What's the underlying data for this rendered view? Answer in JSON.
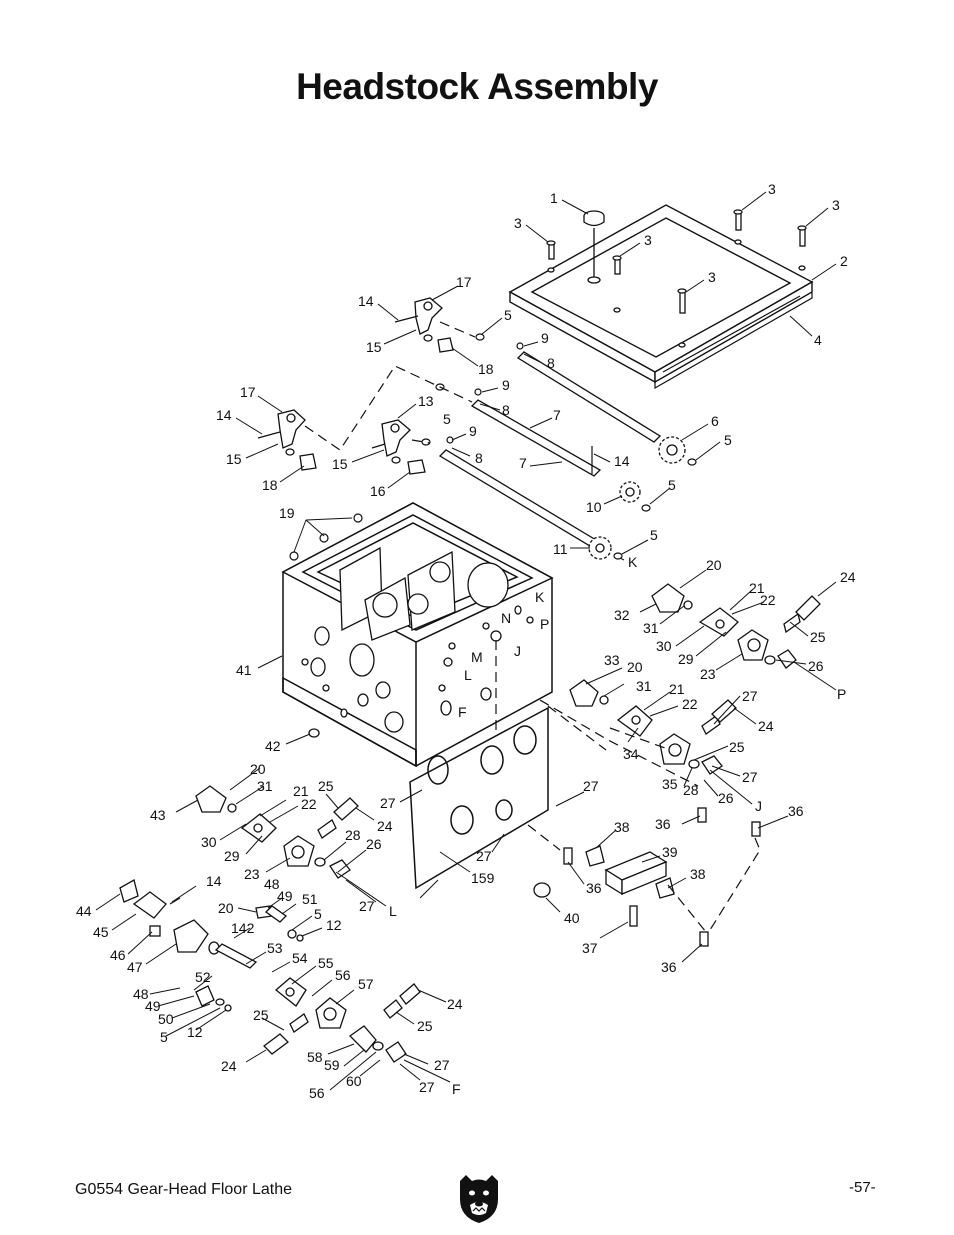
{
  "title": "Headstock Assembly",
  "footer": {
    "model": "G0554 Gear-Head Floor Lathe",
    "page": "-57-"
  },
  "logo_icon": "bear-head-icon",
  "callouts": [
    {
      "id": "c1",
      "text": "1"
    },
    {
      "id": "c2",
      "text": "3"
    },
    {
      "id": "c3",
      "text": "3"
    },
    {
      "id": "c4",
      "text": "3"
    },
    {
      "id": "c5",
      "text": "3"
    },
    {
      "id": "c6",
      "text": "3"
    },
    {
      "id": "c7",
      "text": "2"
    },
    {
      "id": "c8",
      "text": "4"
    },
    {
      "id": "c9",
      "text": "17"
    },
    {
      "id": "c10",
      "text": "14"
    },
    {
      "id": "c11",
      "text": "5"
    },
    {
      "id": "c12",
      "text": "15"
    },
    {
      "id": "c13",
      "text": "9"
    },
    {
      "id": "c14",
      "text": "18"
    },
    {
      "id": "c15",
      "text": "8"
    },
    {
      "id": "c16",
      "text": "9"
    },
    {
      "id": "c17",
      "text": "17"
    },
    {
      "id": "c18",
      "text": "13"
    },
    {
      "id": "c19",
      "text": "8"
    },
    {
      "id": "c20",
      "text": "14"
    },
    {
      "id": "c21",
      "text": "5"
    },
    {
      "id": "c22",
      "text": "7"
    },
    {
      "id": "c23",
      "text": "9"
    },
    {
      "id": "c24",
      "text": "6"
    },
    {
      "id": "c25",
      "text": "15"
    },
    {
      "id": "c26",
      "text": "15"
    },
    {
      "id": "c27",
      "text": "8"
    },
    {
      "id": "c28",
      "text": "5"
    },
    {
      "id": "c29",
      "text": "7"
    },
    {
      "id": "c30",
      "text": "14"
    },
    {
      "id": "c31",
      "text": "18"
    },
    {
      "id": "c32",
      "text": "16"
    },
    {
      "id": "c33",
      "text": "5"
    },
    {
      "id": "c34",
      "text": "10"
    },
    {
      "id": "c35",
      "text": "19"
    },
    {
      "id": "c36",
      "text": "5"
    },
    {
      "id": "c37",
      "text": "11"
    },
    {
      "id": "c38",
      "text": "K"
    },
    {
      "id": "c39",
      "text": "20"
    },
    {
      "id": "c40",
      "text": "24"
    },
    {
      "id": "c41",
      "text": "K"
    },
    {
      "id": "c42",
      "text": "21"
    },
    {
      "id": "c43",
      "text": "22"
    },
    {
      "id": "c44",
      "text": "N"
    },
    {
      "id": "c45",
      "text": "P"
    },
    {
      "id": "c46",
      "text": "32"
    },
    {
      "id": "c47",
      "text": "31"
    },
    {
      "id": "c48",
      "text": "25"
    },
    {
      "id": "c49",
      "text": "J"
    },
    {
      "id": "c50",
      "text": "30"
    },
    {
      "id": "c51",
      "text": "M"
    },
    {
      "id": "c52",
      "text": "29"
    },
    {
      "id": "c53",
      "text": "26"
    },
    {
      "id": "c54",
      "text": "41"
    },
    {
      "id": "c55",
      "text": "23"
    },
    {
      "id": "c56",
      "text": "L"
    },
    {
      "id": "c57",
      "text": "33"
    },
    {
      "id": "c58",
      "text": "20"
    },
    {
      "id": "c59",
      "text": "P"
    },
    {
      "id": "c60",
      "text": "31"
    },
    {
      "id": "c61",
      "text": "21"
    },
    {
      "id": "c62",
      "text": "27"
    },
    {
      "id": "c63",
      "text": "F"
    },
    {
      "id": "c64",
      "text": "22"
    },
    {
      "id": "c65",
      "text": "24"
    },
    {
      "id": "c66",
      "text": "42"
    },
    {
      "id": "c67",
      "text": "34"
    },
    {
      "id": "c68",
      "text": "25"
    },
    {
      "id": "c69",
      "text": "20"
    },
    {
      "id": "c70",
      "text": "31"
    },
    {
      "id": "c71",
      "text": "35"
    },
    {
      "id": "c72",
      "text": "27"
    },
    {
      "id": "c73",
      "text": "21"
    },
    {
      "id": "c74",
      "text": "25"
    },
    {
      "id": "c75",
      "text": "27"
    },
    {
      "id": "c76",
      "text": "28"
    },
    {
      "id": "c77",
      "text": "26"
    },
    {
      "id": "c78",
      "text": "43"
    },
    {
      "id": "c79",
      "text": "22"
    },
    {
      "id": "c80",
      "text": "J"
    },
    {
      "id": "c81",
      "text": "36"
    },
    {
      "id": "c82",
      "text": "36"
    },
    {
      "id": "c83",
      "text": "24"
    },
    {
      "id": "c84",
      "text": "30"
    },
    {
      "id": "c85",
      "text": "28"
    },
    {
      "id": "c86",
      "text": "38"
    },
    {
      "id": "c87",
      "text": "26"
    },
    {
      "id": "c88",
      "text": "29"
    },
    {
      "id": "c89",
      "text": "39"
    },
    {
      "id": "c90",
      "text": "27"
    },
    {
      "id": "c91",
      "text": "23"
    },
    {
      "id": "c92",
      "text": "48"
    },
    {
      "id": "c93",
      "text": "159"
    },
    {
      "id": "c94",
      "text": "36"
    },
    {
      "id": "c95",
      "text": "38"
    },
    {
      "id": "c96",
      "text": "14"
    },
    {
      "id": "c97",
      "text": "49"
    },
    {
      "id": "c98",
      "text": "51"
    },
    {
      "id": "c99",
      "text": "27"
    },
    {
      "id": "c100",
      "text": "L"
    },
    {
      "id": "c101",
      "text": "27"
    },
    {
      "id": "c102",
      "text": "44"
    },
    {
      "id": "c103",
      "text": "20"
    },
    {
      "id": "c104",
      "text": "5"
    },
    {
      "id": "c105",
      "text": "40"
    },
    {
      "id": "c106",
      "text": "142"
    },
    {
      "id": "c107",
      "text": "12"
    },
    {
      "id": "c108",
      "text": "45"
    },
    {
      "id": "c109",
      "text": "53"
    },
    {
      "id": "c110",
      "text": "37"
    },
    {
      "id": "c111",
      "text": "46"
    },
    {
      "id": "c112",
      "text": "47"
    },
    {
      "id": "c113",
      "text": "54"
    },
    {
      "id": "c114",
      "text": "55"
    },
    {
      "id": "c115",
      "text": "36"
    },
    {
      "id": "c116",
      "text": "56"
    },
    {
      "id": "c117",
      "text": "52"
    },
    {
      "id": "c118",
      "text": "57"
    },
    {
      "id": "c119",
      "text": "48"
    },
    {
      "id": "c120",
      "text": "49"
    },
    {
      "id": "c121",
      "text": "24"
    },
    {
      "id": "c122",
      "text": "50"
    },
    {
      "id": "c123",
      "text": "25"
    },
    {
      "id": "c124",
      "text": "12"
    },
    {
      "id": "c125",
      "text": "25"
    },
    {
      "id": "c126",
      "text": "5"
    },
    {
      "id": "c127",
      "text": "24"
    },
    {
      "id": "c128",
      "text": "58"
    },
    {
      "id": "c129",
      "text": "59"
    },
    {
      "id": "c130",
      "text": "27"
    },
    {
      "id": "c131",
      "text": "60"
    },
    {
      "id": "c132",
      "text": "27"
    },
    {
      "id": "c133",
      "text": "F"
    },
    {
      "id": "c134",
      "text": "56"
    }
  ]
}
